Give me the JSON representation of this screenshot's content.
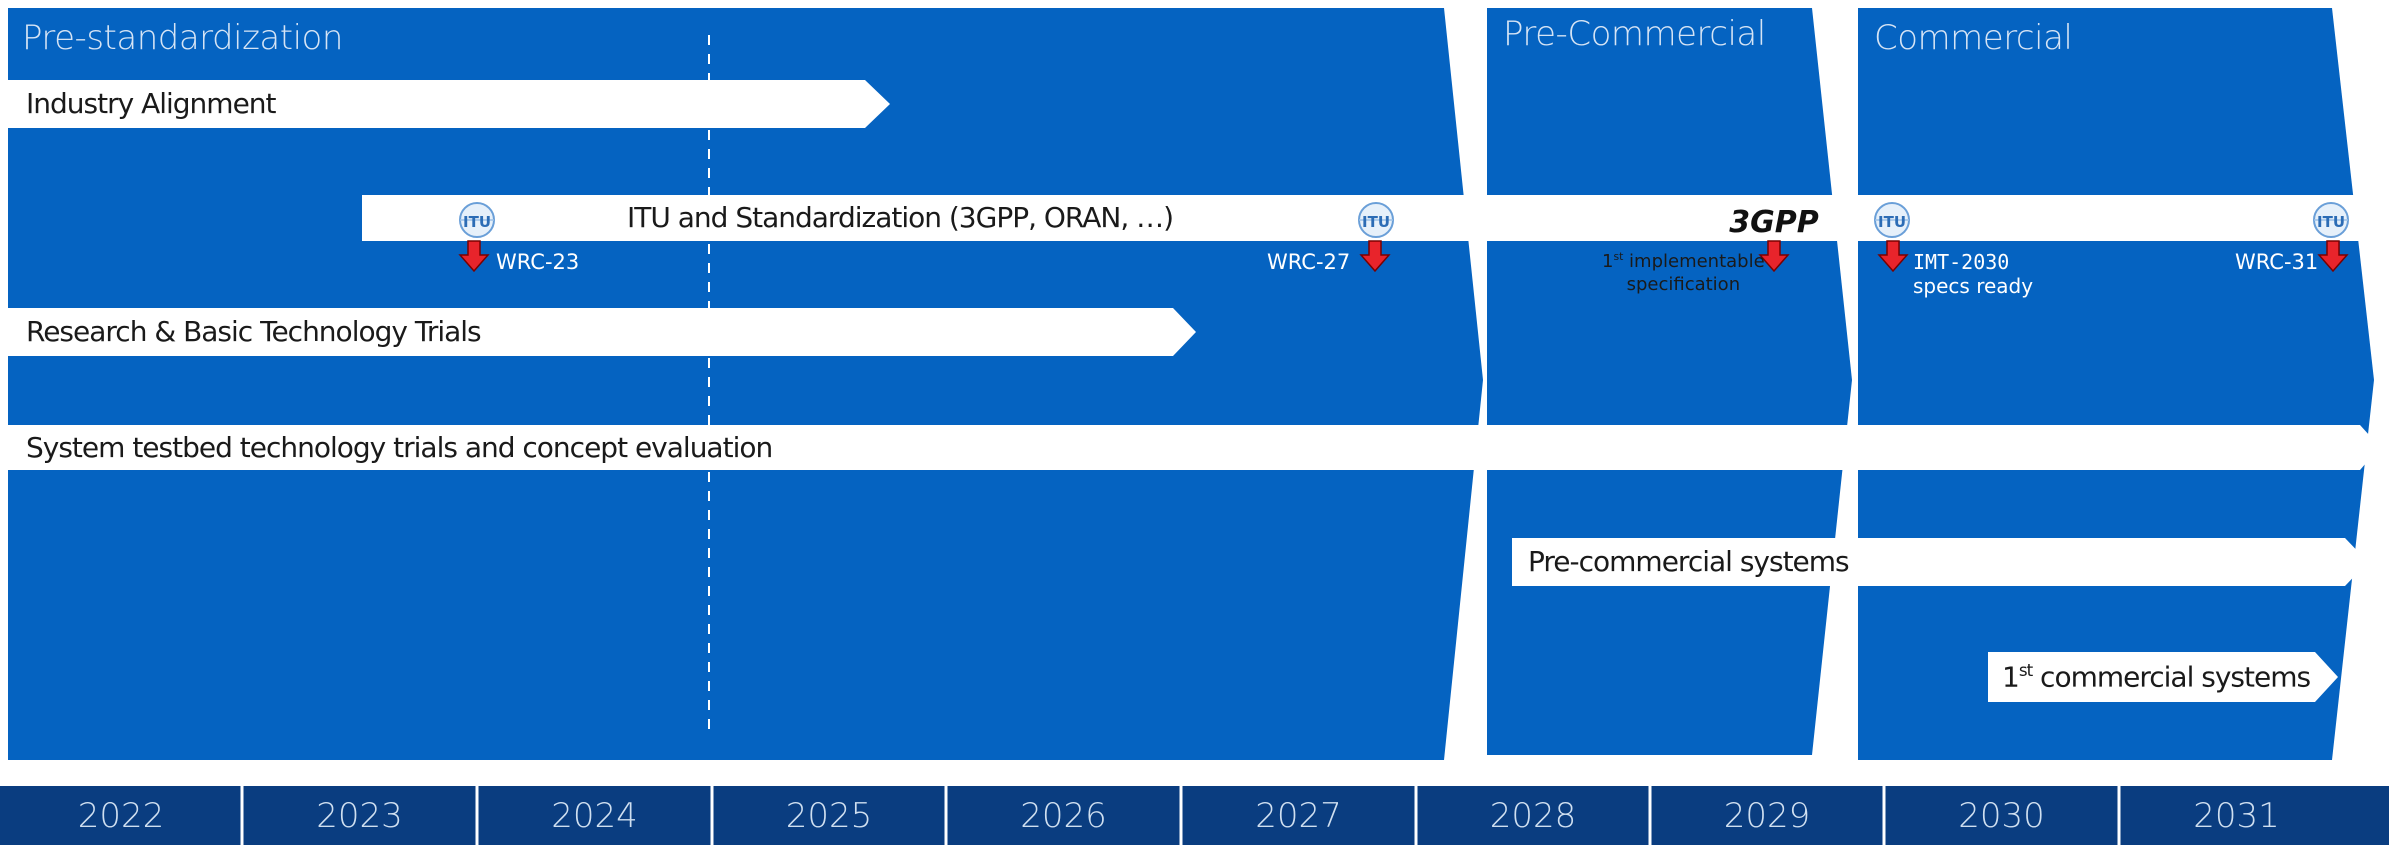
{
  "phases": [
    {
      "name": "Pre-standardization"
    },
    {
      "name": "Pre-Commercial"
    },
    {
      "name": "Commercial"
    }
  ],
  "bars": {
    "industry_alignment": "Industry Alignment",
    "itu_standardization": "ITU and Standardization (3GPP, ORAN, …)",
    "research_trials": "Research & Basic Technology Trials",
    "system_testbed": "System testbed technology trials and concept evaluation",
    "precommercial_systems": "Pre-commercial systems",
    "first_commercial_prefix": "1",
    "first_commercial_sup": "st",
    "first_commercial_text": " commercial systems"
  },
  "milestones": {
    "wrc23": "WRC-23",
    "wrc27": "WRC-27",
    "spec_line1_prefix": "1",
    "spec_line1_sup": "st",
    "spec_line1_text": " implementable",
    "spec_line2": "specification",
    "imt_line1": "IMT-2030",
    "imt_line2": "specs ready",
    "wrc31": "WRC-31"
  },
  "logos": {
    "itu": "ITU",
    "threegpp": "3GPP"
  },
  "years": [
    "2022",
    "2023",
    "2024",
    "2025",
    "2026",
    "2027",
    "2028",
    "2029",
    "2030",
    "2031"
  ],
  "colors": {
    "phase_blue": "#0563c1",
    "timeline_blue": "#0a3d80",
    "bar_white": "#ffffff",
    "marker_red": "#e8242b"
  }
}
